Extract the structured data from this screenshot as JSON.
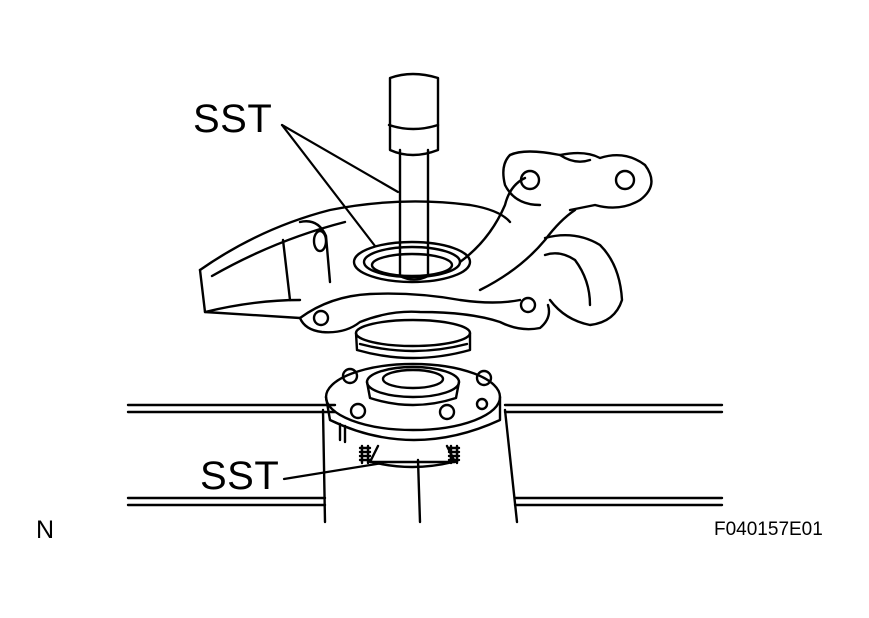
{
  "labels": {
    "sst_top": "SST",
    "sst_bottom": "SST",
    "view_marker": "N",
    "figure_code": "F040157E01"
  },
  "colors": {
    "line": "#000000",
    "background": "#ffffff"
  }
}
